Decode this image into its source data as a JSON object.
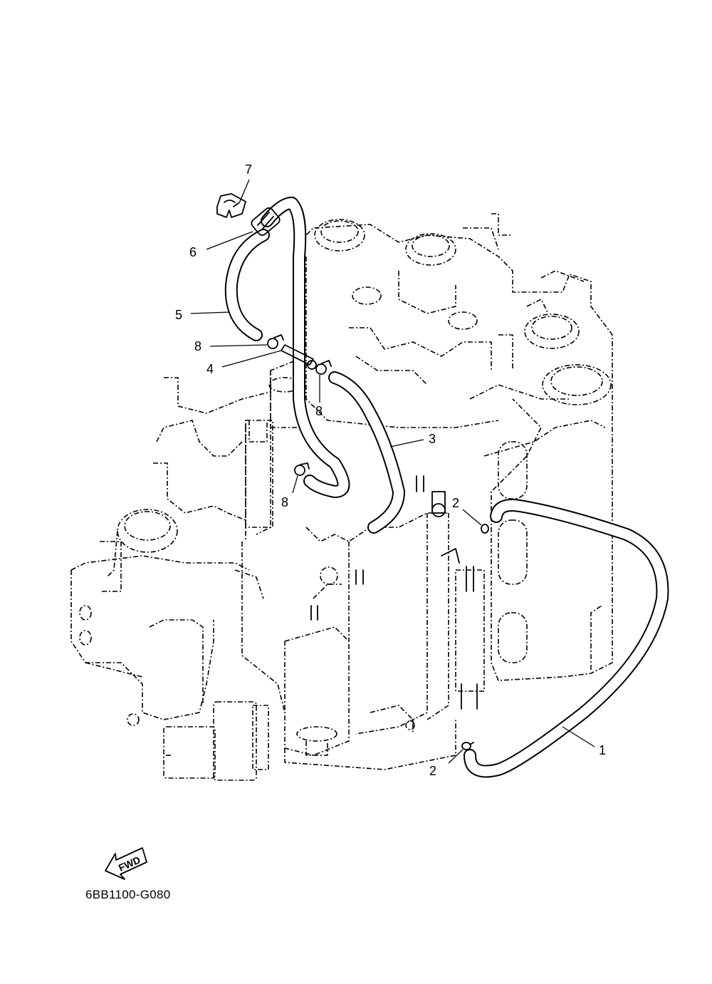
{
  "diagram": {
    "part_code": "6BB1100-G080",
    "fwd_label": "FWD",
    "callouts": [
      "1",
      "2",
      "2",
      "3",
      "4",
      "5",
      "6",
      "7",
      "8",
      "8",
      "8"
    ]
  }
}
